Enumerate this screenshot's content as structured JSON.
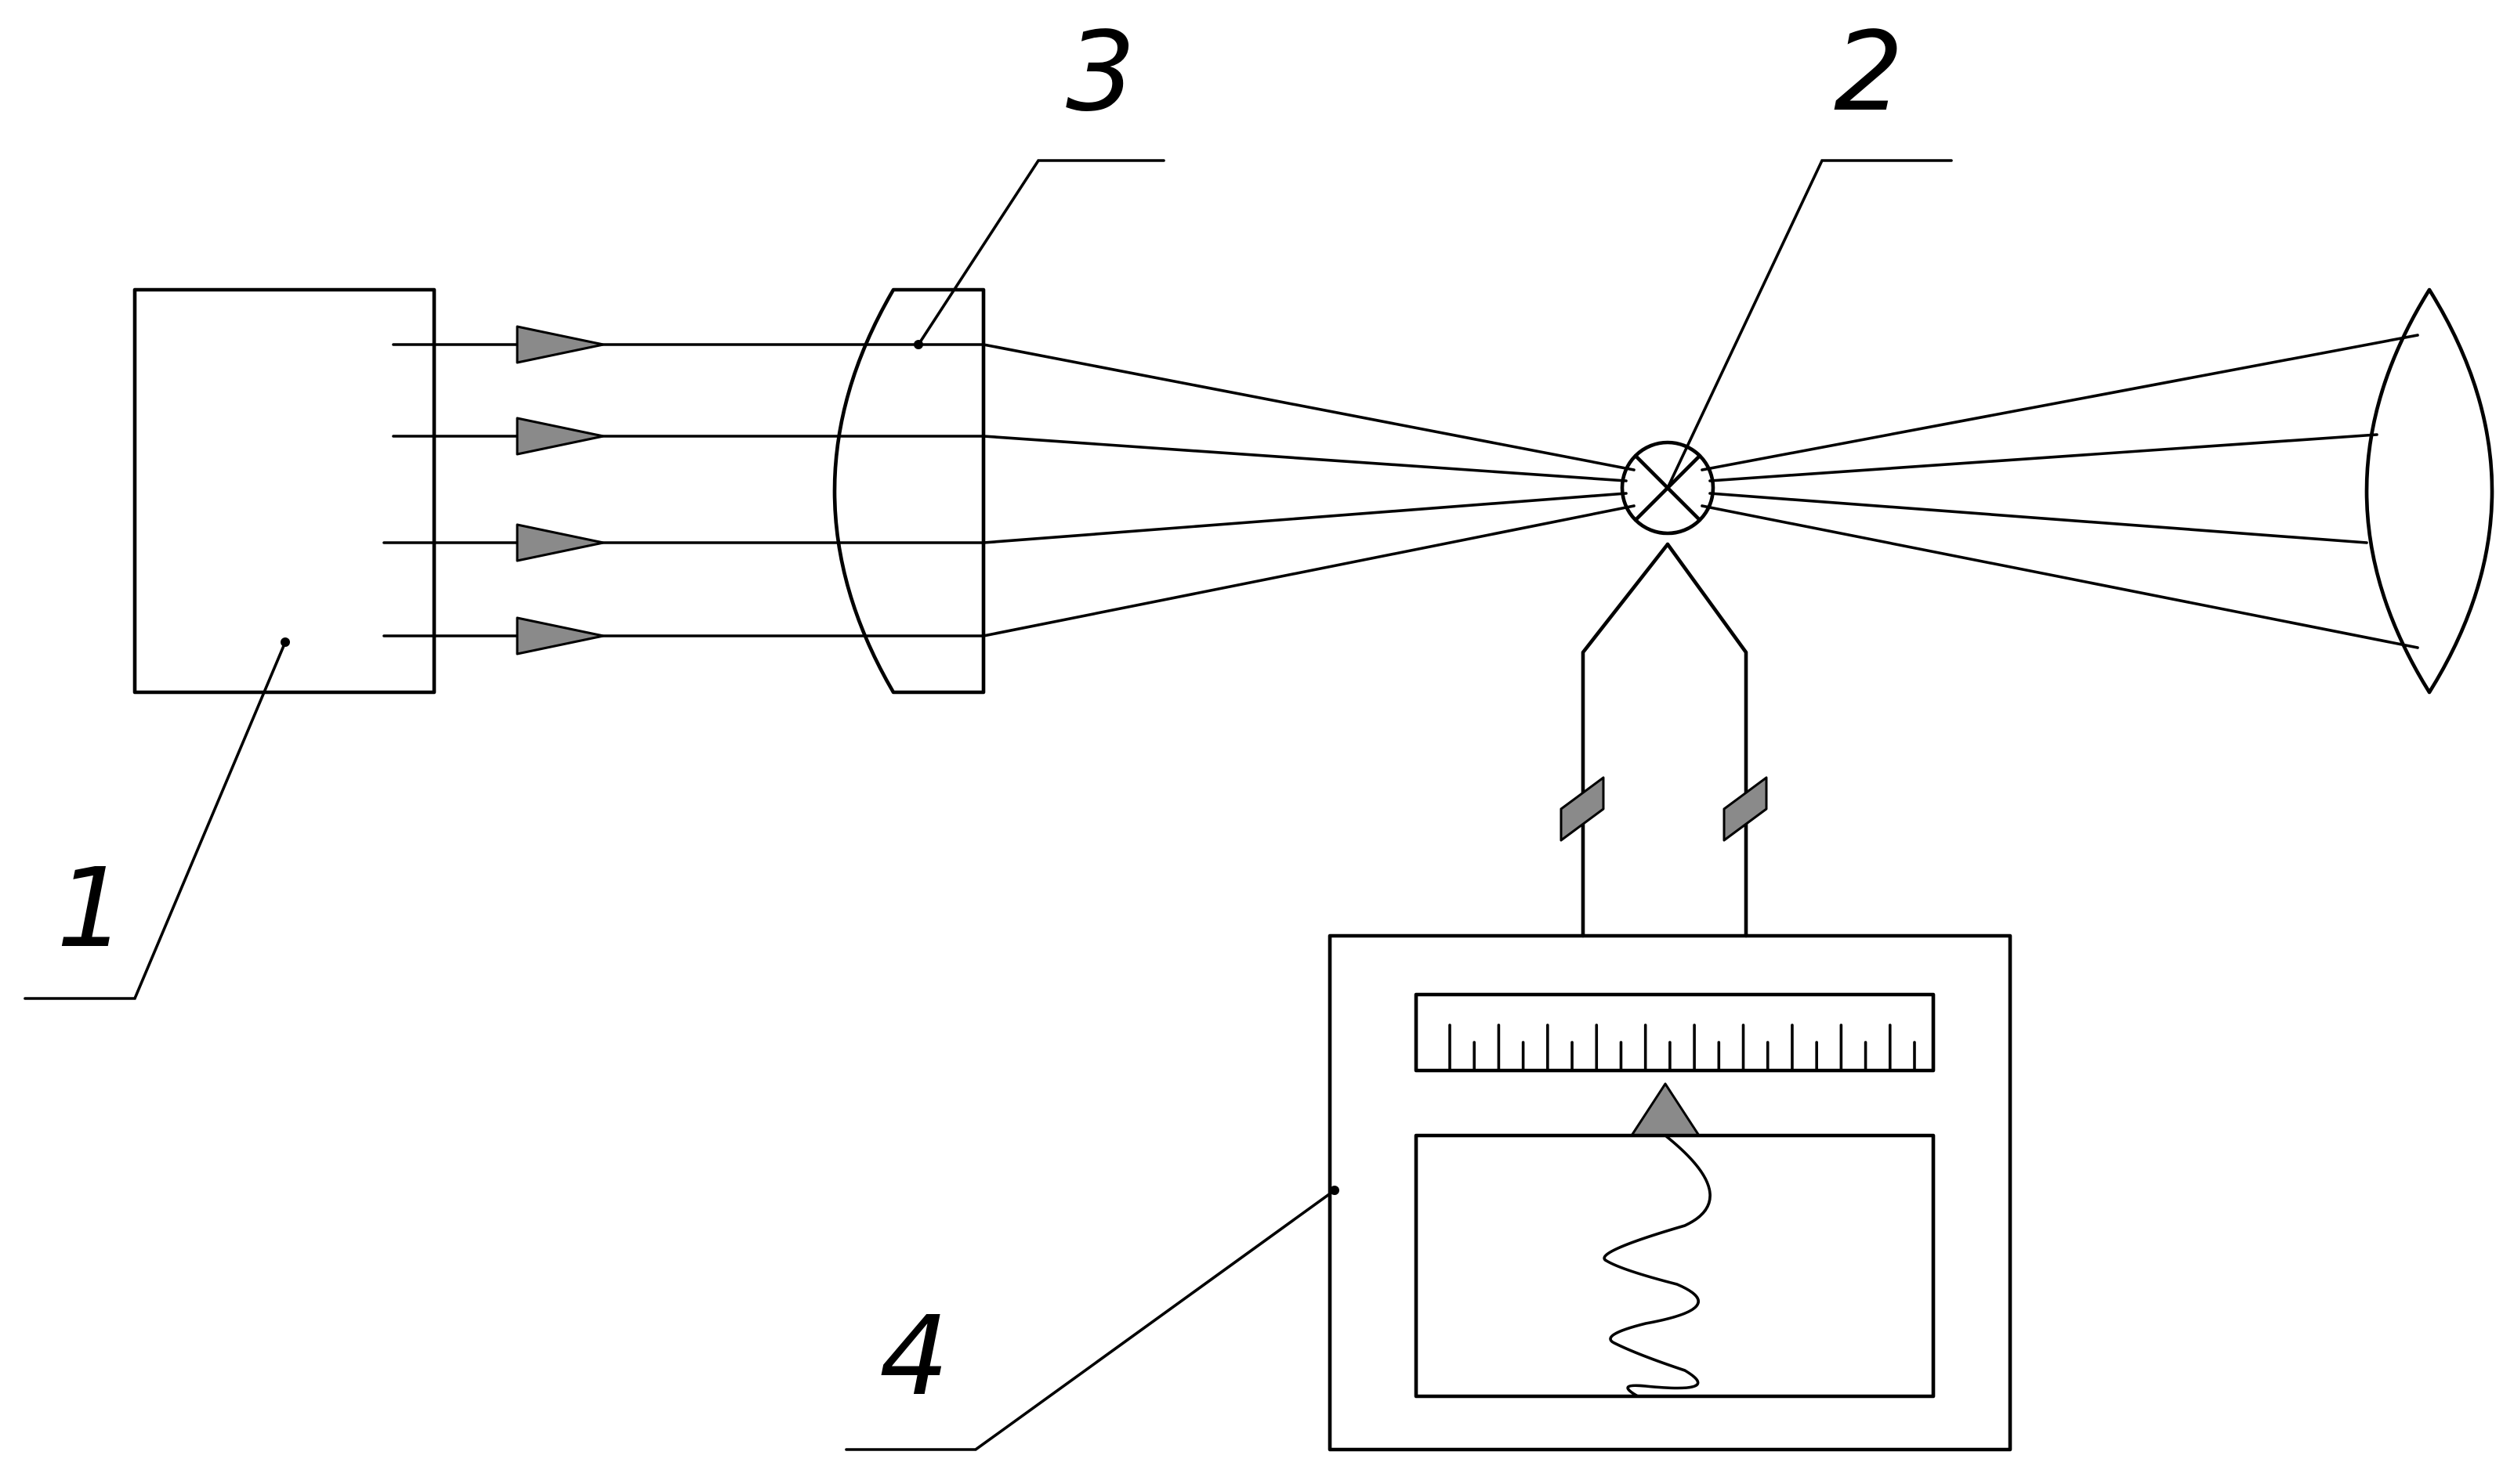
{
  "callouts": [
    {
      "id": "1",
      "text": "1"
    },
    {
      "id": "2",
      "text": "2"
    },
    {
      "id": "3",
      "text": "3"
    },
    {
      "id": "4",
      "text": "4"
    }
  ],
  "colors": {
    "line": "#000000",
    "hatch_fill": "#8a8a8a",
    "background": "#ffffff"
  },
  "meter": {
    "scale_ticks": 20,
    "pointer_shape": "triangle"
  },
  "beams": {
    "input_count": 4,
    "output_count": 4
  }
}
